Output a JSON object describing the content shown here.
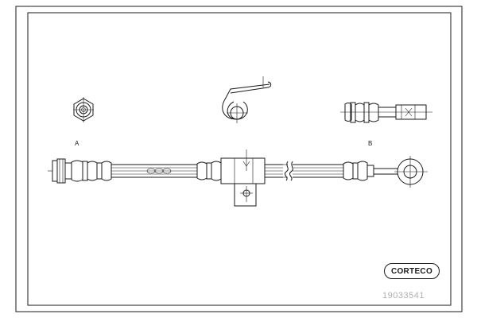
{
  "labels": {
    "view_a": "A",
    "view_b": "B"
  },
  "brand": {
    "logo_text": "CORTECO"
  },
  "part_number": "19033541",
  "colors": {
    "line": "#1a1a1a",
    "part_number_text": "#b0b0b0",
    "background": "#ffffff"
  }
}
